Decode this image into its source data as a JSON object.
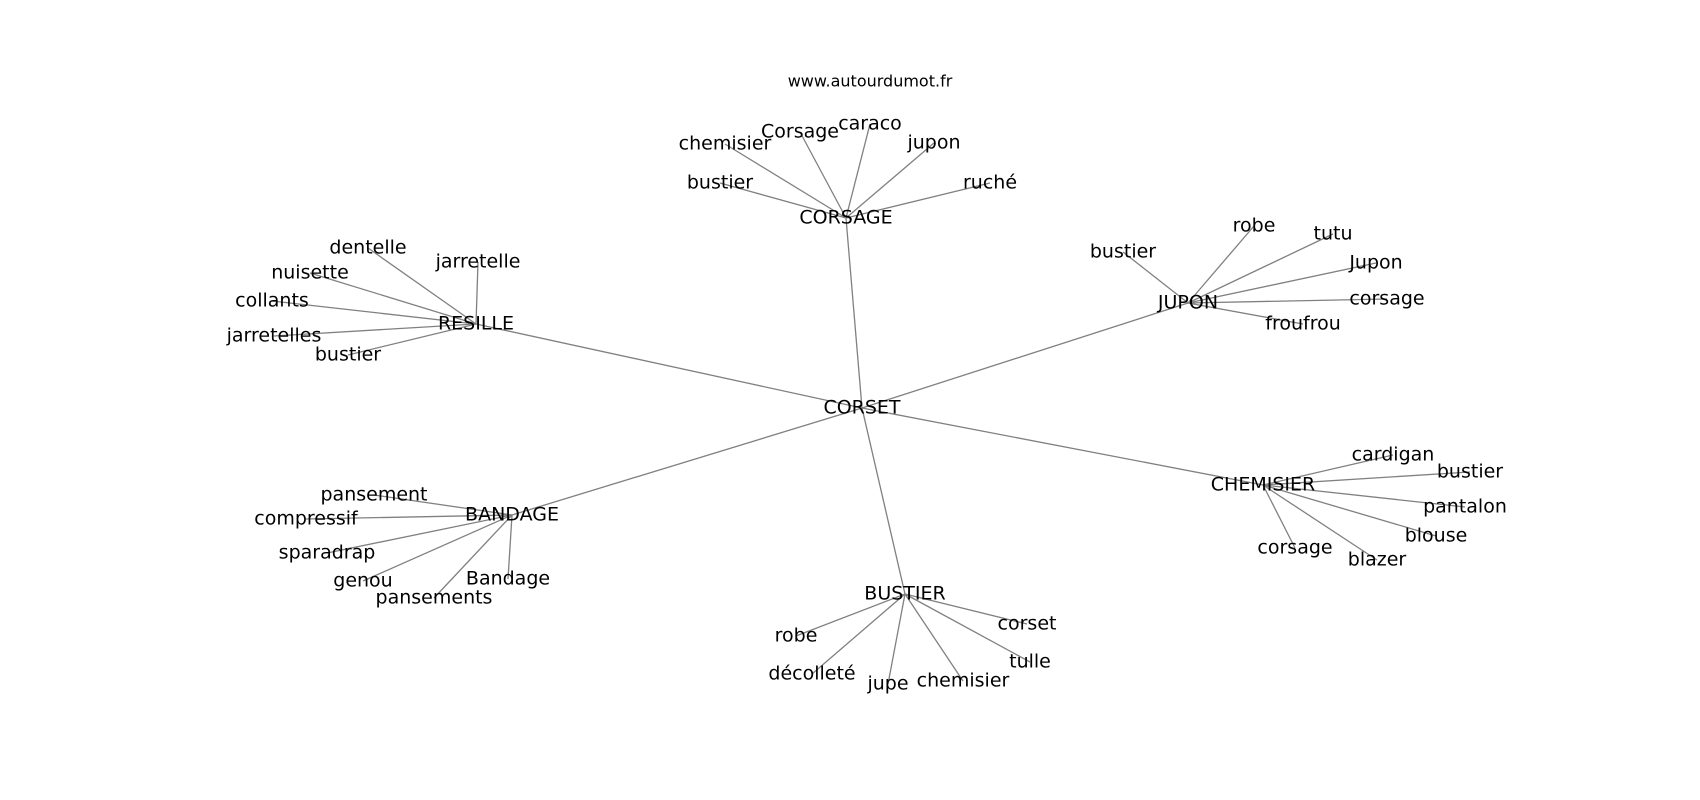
{
  "site_label": "www.autourdumot.fr",
  "graph": {
    "center": {
      "id": "corset",
      "label": "CORSET"
    },
    "hubs": [
      {
        "id": "corsage",
        "label": "CORSAGE",
        "leaves": [
          "bustier",
          "chemisier",
          "Corsage",
          "caraco",
          "jupon",
          "ruché"
        ]
      },
      {
        "id": "resille",
        "label": "RESILLE",
        "leaves": [
          "dentelle",
          "jarretelle",
          "nuisette",
          "collants",
          "jarretelles",
          "bustier"
        ]
      },
      {
        "id": "jupon",
        "label": "JUPON",
        "leaves": [
          "bustier",
          "robe",
          "tutu",
          "Jupon",
          "corsage",
          "froufrou"
        ]
      },
      {
        "id": "chemisier",
        "label": "CHEMISIER",
        "leaves": [
          "cardigan",
          "bustier",
          "pantalon",
          "blouse",
          "blazer",
          "corsage"
        ]
      },
      {
        "id": "bustier",
        "label": "BUSTIER",
        "leaves": [
          "robe",
          "décolleté",
          "jupe",
          "chemisier",
          "tulle",
          "corset"
        ]
      },
      {
        "id": "bandage",
        "label": "BANDAGE",
        "leaves": [
          "pansement",
          "compressif",
          "sparadrap",
          "genou",
          "pansements",
          "Bandage"
        ]
      }
    ]
  }
}
